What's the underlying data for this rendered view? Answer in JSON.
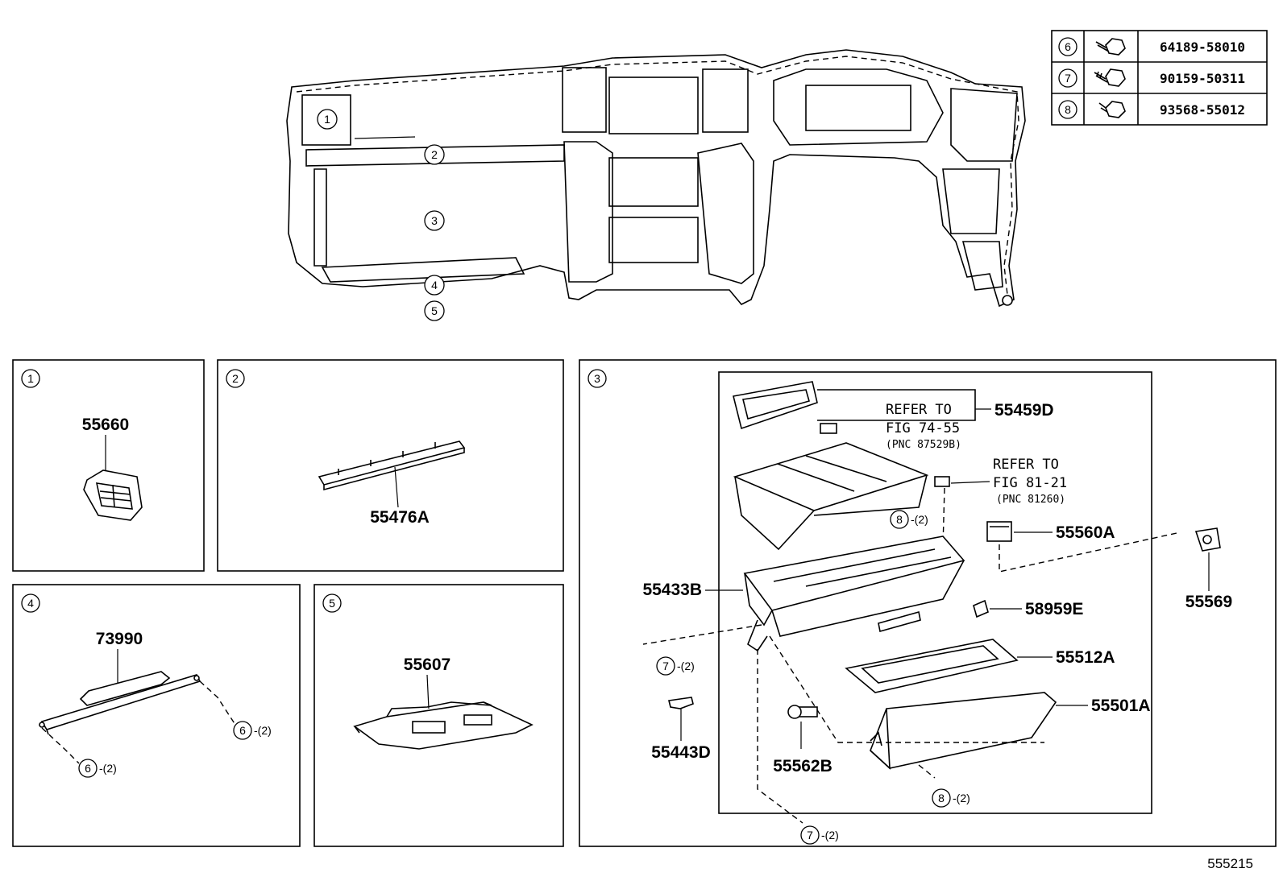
{
  "fasteners": [
    {
      "ref": "6",
      "part": "64189-58010"
    },
    {
      "ref": "7",
      "part": "90159-50311"
    },
    {
      "ref": "8",
      "part": "93568-55012"
    }
  ],
  "main_callouts": [
    "1",
    "2",
    "3",
    "4",
    "5"
  ],
  "panel1": {
    "ref": "1",
    "part": "55660"
  },
  "panel2": {
    "ref": "2",
    "part": "55476A"
  },
  "panel4": {
    "ref": "4",
    "part": "73990",
    "qty_a": "6",
    "qty_a_count": "-(2)",
    "qty_b": "6",
    "qty_b_count": "-(2)"
  },
  "panel5": {
    "ref": "5",
    "part": "55607"
  },
  "panel3": {
    "ref": "3",
    "parts": {
      "p55459D": "55459D",
      "p55560A": "55560A",
      "p55569": "55569",
      "p55433B": "55433B",
      "p58959E": "58959E",
      "p55512A": "55512A",
      "p55501A": "55501A",
      "p55443D": "55443D",
      "p55562B": "55562B"
    },
    "refer1": {
      "line1": "REFER TO",
      "line2": "FIG 74-55",
      "line3": "(PNC 87529B)"
    },
    "refer2": {
      "line1": "REFER TO",
      "line2": "FIG 81-21",
      "line3": "(PNC 81260)"
    },
    "callout_8a": {
      "ref": "8",
      "count": "-(2)"
    },
    "callout_7a": {
      "ref": "7",
      "count": "-(2)"
    },
    "callout_8b": {
      "ref": "8",
      "count": "-(2)"
    },
    "callout_7b": {
      "ref": "7",
      "count": "-(2)"
    }
  },
  "figure_id": "555215"
}
